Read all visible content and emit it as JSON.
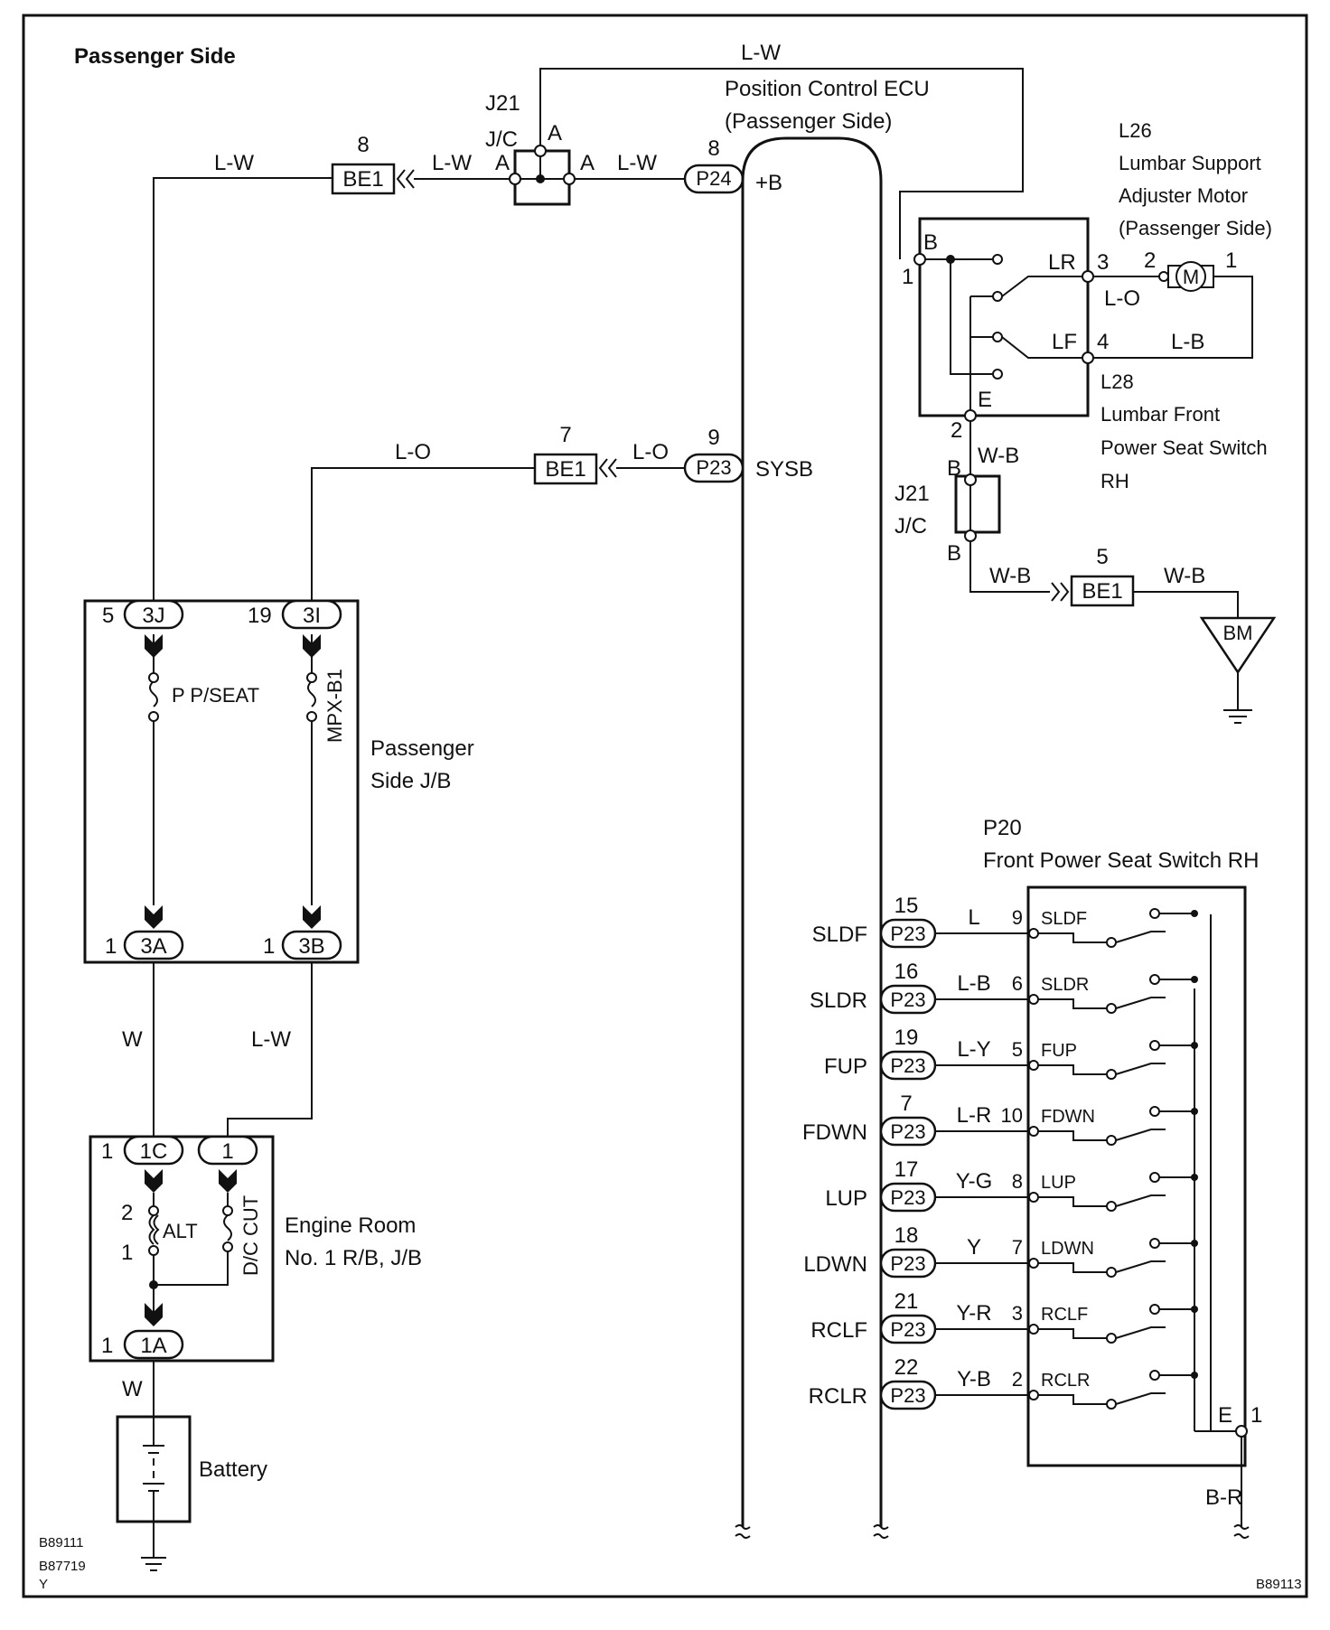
{
  "title": "Passenger Side",
  "figure_codes": [
    "B89111",
    "B87719",
    "Y",
    "B89113"
  ],
  "components": {
    "ecu": {
      "line1": "Position Control ECU",
      "line2": "(Passenger Side)",
      "pin_b": "+B",
      "pin_sysb": "SYSB"
    },
    "motor": {
      "code": "L26",
      "line1": "Lumbar Support",
      "line2": "Adjuster Motor",
      "line3": "(Passenger Side)",
      "symbol": "M"
    },
    "lumbar_switch": {
      "code": "L28",
      "line1": "Lumbar Front",
      "line2": "Power Seat Switch",
      "line3": "RH",
      "term_b": "B",
      "term_lr": "LR",
      "term_lf": "LF",
      "term_e": "E",
      "pin1": "1",
      "pin2": "2",
      "pin3": "3",
      "pin4": "4",
      "motor_pin2": "2",
      "motor_pin1": "1"
    },
    "jc_top": {
      "code": "J21",
      "name": "J/C",
      "term_a": "A"
    },
    "jc_mid": {
      "code": "J21",
      "name": "J/C",
      "term_b": "B"
    },
    "passenger_jb": {
      "line1": "Passenger",
      "line2": "Side J/B",
      "fuse1": "P P/SEAT",
      "fuse2": "MPX-B1"
    },
    "engine_rb": {
      "line1": "Engine  Room",
      "line2": "No. 1 R/B, J/B",
      "fuse1": "ALT",
      "fuse2": "D/C CUT",
      "alt_pin2": "2",
      "alt_pin1": "1"
    },
    "battery": {
      "label": "Battery"
    },
    "ground_bm": {
      "label": "BM"
    },
    "seat_switch": {
      "code": "P20",
      "name": "Front Power Seat Switch RH",
      "term_e": "E",
      "pin_e": "1"
    }
  },
  "connectors": {
    "be1_top": {
      "name": "BE1",
      "pin": "8"
    },
    "be1_mid": {
      "name": "BE1",
      "pin": "7"
    },
    "be1_gnd": {
      "name": "BE1",
      "pin": "5"
    },
    "p24": {
      "name": "P24",
      "pin": "8"
    },
    "p23_sysb": {
      "name": "P23",
      "pin": "9"
    },
    "jb_3j": {
      "name": "3J",
      "pin": "5"
    },
    "jb_3i": {
      "name": "3I",
      "pin": "19"
    },
    "jb_3a": {
      "name": "3A",
      "pin": "1"
    },
    "jb_3b": {
      "name": "3B",
      "pin": "1"
    },
    "rb_1c": {
      "name": "1C",
      "pin": "1"
    },
    "rb_1": {
      "name": "1"
    },
    "rb_1a": {
      "name": "1A",
      "pin": "1"
    }
  },
  "wires": {
    "lw1": "L-W",
    "lw2": "L-W",
    "lw3": "L-W",
    "lw4": "L-W",
    "lw5": "L-W",
    "lo1": "L-O",
    "lo2": "L-O",
    "lo3": "L-O",
    "lb_motor": "L-B",
    "wb1": "W-B",
    "wb2": "W-B",
    "wb3": "W-B",
    "w1": "W",
    "w2": "W",
    "br": "B-R"
  },
  "signals": [
    {
      "name": "SLDF",
      "connector": "P23",
      "ecu_pin": "15",
      "wire": "L",
      "switch_pin": "9",
      "switch_label": "SLDF"
    },
    {
      "name": "SLDR",
      "connector": "P23",
      "ecu_pin": "16",
      "wire": "L-B",
      "switch_pin": "6",
      "switch_label": "SLDR"
    },
    {
      "name": "FUP",
      "connector": "P23",
      "ecu_pin": "19",
      "wire": "L-Y",
      "switch_pin": "5",
      "switch_label": "FUP"
    },
    {
      "name": "FDWN",
      "connector": "P23",
      "ecu_pin": "7",
      "wire": "L-R",
      "switch_pin": "10",
      "switch_label": "FDWN"
    },
    {
      "name": "LUP",
      "connector": "P23",
      "ecu_pin": "17",
      "wire": "Y-G",
      "switch_pin": "8",
      "switch_label": "LUP"
    },
    {
      "name": "LDWN",
      "connector": "P23",
      "ecu_pin": "18",
      "wire": "Y",
      "switch_pin": "7",
      "switch_label": "LDWN"
    },
    {
      "name": "RCLF",
      "connector": "P23",
      "ecu_pin": "21",
      "wire": "Y-R",
      "switch_pin": "3",
      "switch_label": "RCLF"
    },
    {
      "name": "RCLR",
      "connector": "P23",
      "ecu_pin": "22",
      "wire": "Y-B",
      "switch_pin": "2",
      "switch_label": "RCLR"
    }
  ]
}
